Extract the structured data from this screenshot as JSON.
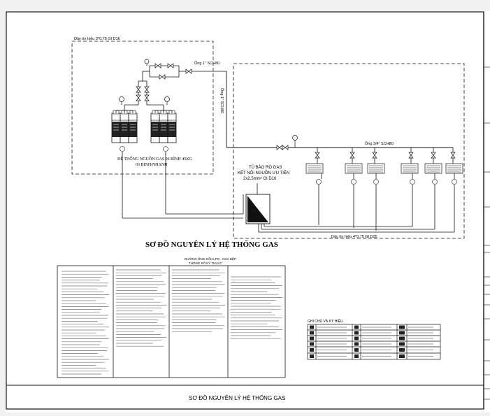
{
  "diagram": {
    "title": "SƠ ĐỒ NGUYÊN LÝ HỆ THỐNG GAS",
    "footer_title": "SƠ ĐỒ NGUYỀN LÝ HỆ THỐNG GAS",
    "labels": {
      "signal_wire_top": "Dây tín hiệu 3*0.75 GI D16",
      "pipe_1inch_horizontal": "Ống 1\" SCH80",
      "pipe_1inch_vertical": "Ống 1\" SCH80",
      "pipe_3_4inch": "Ống 3/4\" SCH80",
      "gas_source_line1": "HỆ THỐNG NGUỒN GAS 06 BÌNH 45KG",
      "gas_source_line2": "03 BINH/NHANH",
      "panel_line1": "TỦ BÁO RÒ GAS",
      "panel_line2": "KẾT NỐI NGUỒN ƯU TIÊN",
      "panel_line3": "2x2,5mm² GI D16",
      "signal_wire_bottom": "Dây tín hiệu 4*0.75 GI D25"
    },
    "notes_title_line1": "ĐƯỜNG ỐNG DẪN LPG - NHÀ BẾP",
    "notes_title_line2": "THÔNG SỐ KỸ THUẬT",
    "legend_title": "GHI CHÚ VÀ KÝ HIỆU"
  },
  "colors": {
    "line": "#111111",
    "paper": "#ffffff",
    "background": "#f0f0f0"
  }
}
